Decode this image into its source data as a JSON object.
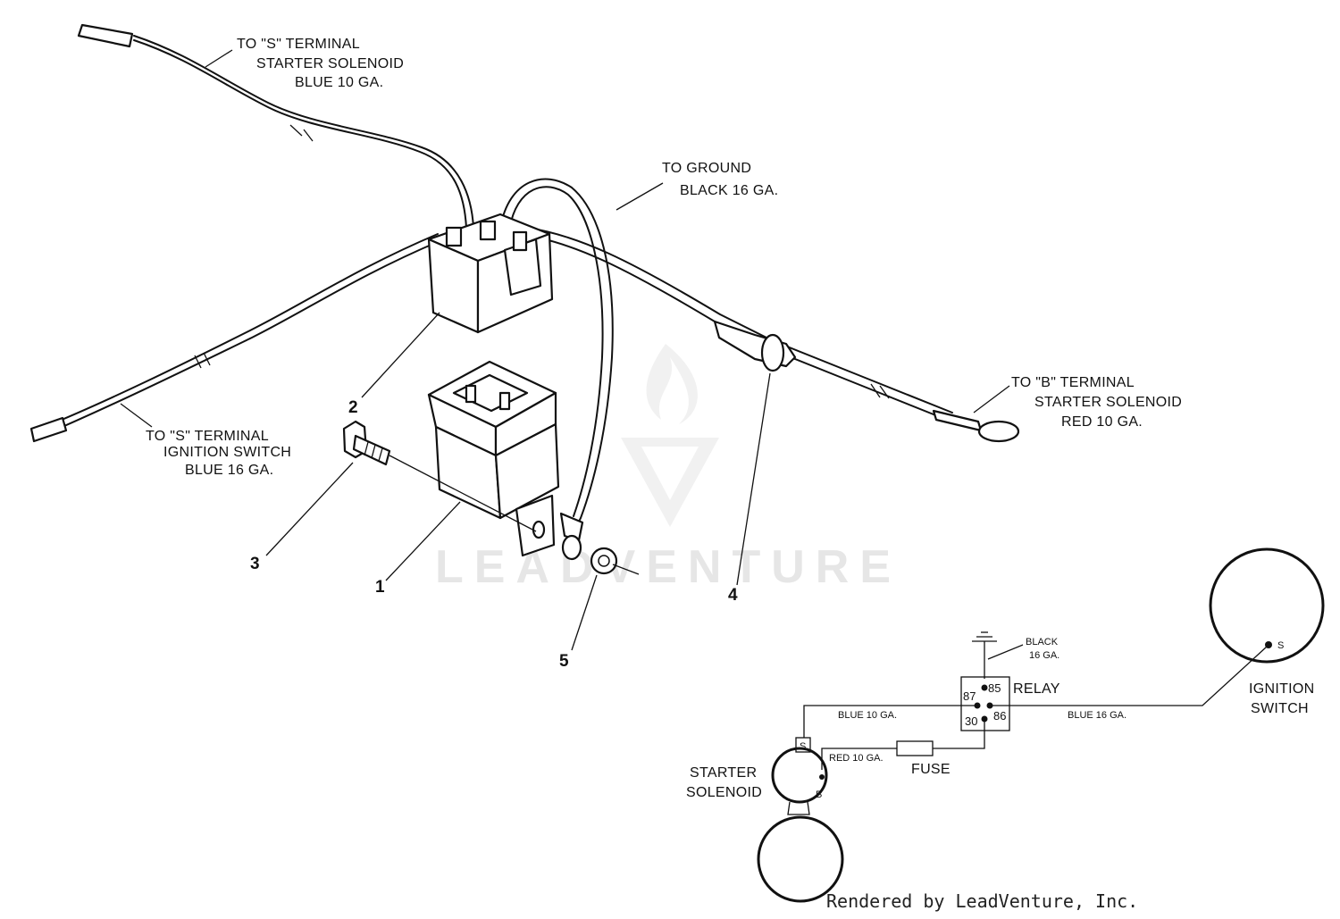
{
  "labels": {
    "s_solenoid": [
      "TO \"S\" TERMINAL",
      "STARTER SOLENOID",
      "BLUE 10 GA."
    ],
    "ground": [
      "TO GROUND",
      "BLACK 16 GA."
    ],
    "b_solenoid": [
      "TO \"B\" TERMINAL",
      "STARTER SOLENOID",
      "RED 10 GA."
    ],
    "s_ignition": [
      "TO \"S\" TERMINAL",
      "IGNITION SWITCH",
      "BLUE 16 GA."
    ]
  },
  "callouts": [
    "1",
    "2",
    "3",
    "4",
    "5"
  ],
  "schematic": {
    "black_wire": [
      "BLACK",
      "16 GA."
    ],
    "relay_label": "RELAY",
    "pins": [
      "85",
      "87",
      "86",
      "30"
    ],
    "blue10": "BLUE 10 GA.",
    "blue16": "BLUE 16 GA.",
    "red10": "RED 10 GA.",
    "fuse": "FUSE",
    "starter_solenoid": [
      "STARTER",
      "SOLENOID"
    ],
    "terminal_s": "S",
    "terminal_b": "B",
    "ignition_switch": [
      "IGNITION",
      "SWITCH"
    ],
    "ignition_terminal": "S"
  },
  "watermark": "LEADVENTURE",
  "credit": "Rendered by LeadVenture, Inc."
}
